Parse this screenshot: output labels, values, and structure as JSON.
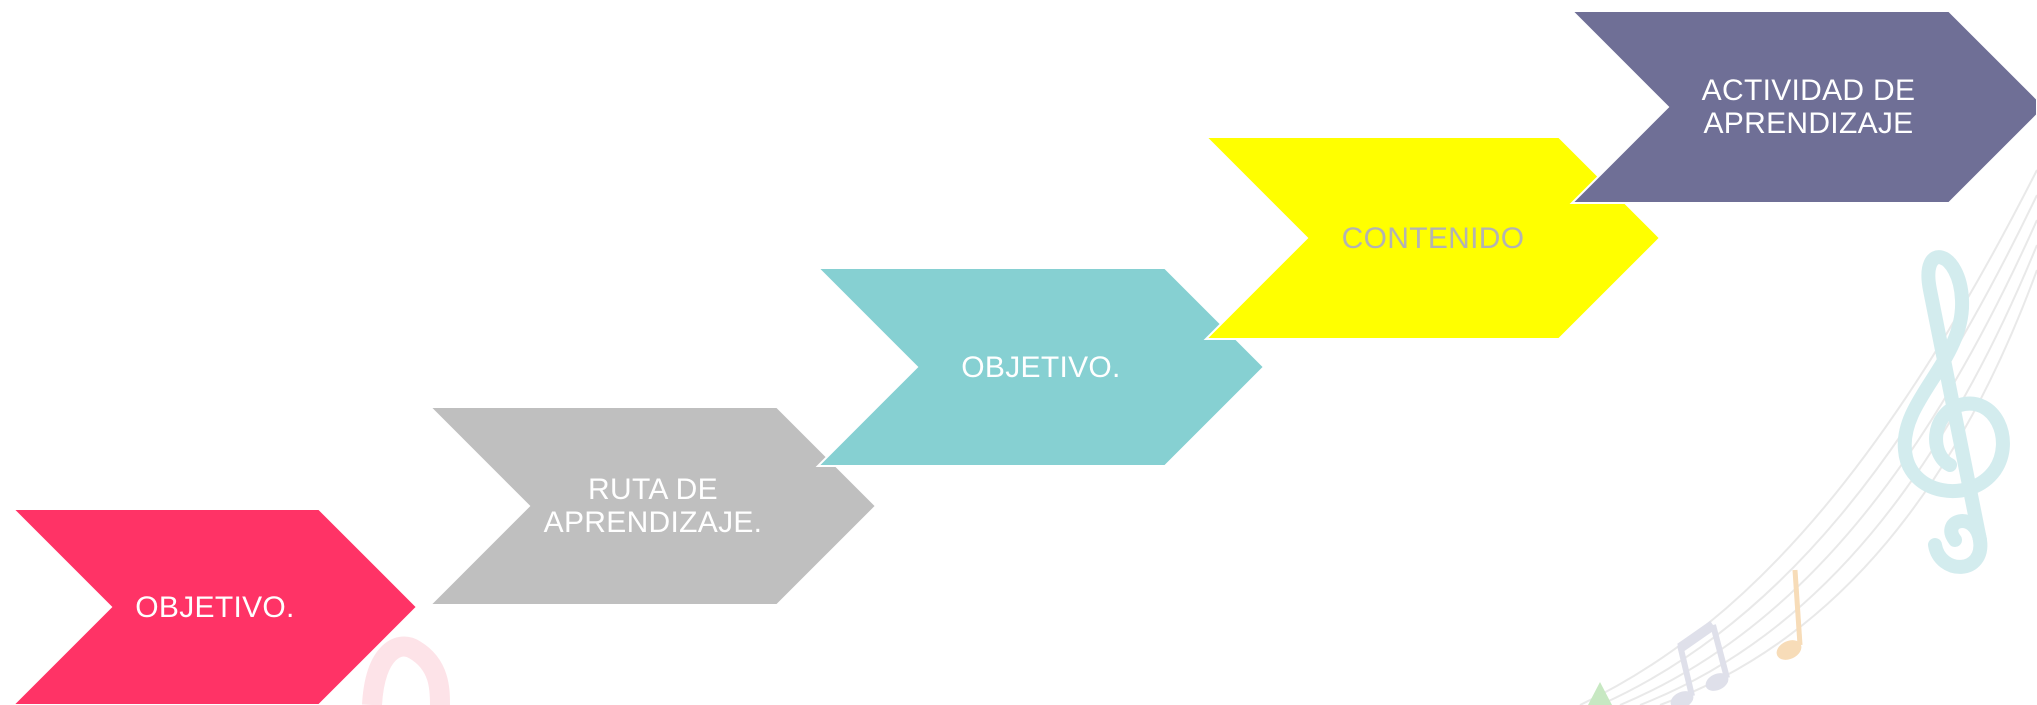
{
  "steps": [
    {
      "label": "OBJETIVO.",
      "color": "#ff3366",
      "text_color": "#ffffff"
    },
    {
      "label": "RUTA DE APRENDIZAJE.",
      "color": "#bfbfbf",
      "text_color": "#ffffff"
    },
    {
      "label": "OBJETIVO.",
      "color": "#86d0d2",
      "text_color": "#ffffff"
    },
    {
      "label": "CONTENIDO",
      "color": "#ffff00",
      "text_color": "#b3b3b3"
    },
    {
      "label": "ACTIVIDAD DE APRENDIZAJE",
      "color": "#6f6f96",
      "text_color": "#ffffff"
    }
  ],
  "decorations": [
    "treble-clef-icon",
    "music-note-icon",
    "staff-lines"
  ]
}
